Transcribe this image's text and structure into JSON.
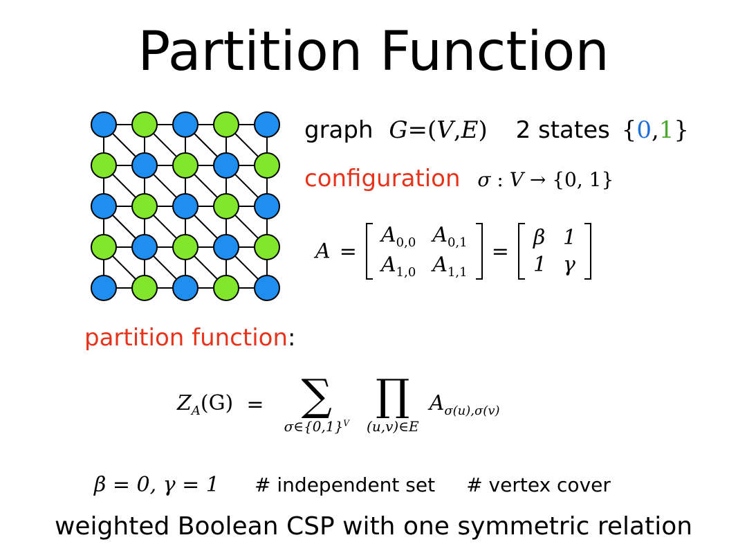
{
  "title": "Partition Function",
  "colors": {
    "blue_node": "#1e8ef0",
    "green_node": "#82e62b",
    "red_text": "#e8331c",
    "state0": "#1e6fd9",
    "state1": "#4aa82a"
  },
  "grid": {
    "rows": [
      [
        "blue",
        "green",
        "blue",
        "green",
        "blue"
      ],
      [
        "green",
        "blue",
        "green",
        "blue",
        "green"
      ],
      [
        "blue",
        "green",
        "blue",
        "green",
        "blue"
      ],
      [
        "green",
        "blue",
        "green",
        "blue",
        "green"
      ],
      [
        "blue",
        "green",
        "blue",
        "green",
        "blue"
      ]
    ]
  },
  "graph_line": {
    "label": "graph",
    "formula_G": "G",
    "formula_eq": "=(",
    "formula_V": "V",
    "formula_comma": ",",
    "formula_E": "E",
    "formula_close": ")",
    "states_label": "2 states",
    "brace_open": "{",
    "state0": "0",
    "comma": ",",
    "state1": "1",
    "brace_close": "}"
  },
  "config_line": {
    "label": "configuration",
    "sigma": "σ",
    "colon": " : ",
    "V": "V",
    "arrow": " → {0, 1}"
  },
  "matrix": {
    "lhs": "A",
    "eq": "=",
    "m1": [
      [
        "A0,0",
        "A0,1"
      ],
      [
        "A1,0",
        "A1,1"
      ]
    ],
    "m2": [
      [
        "β",
        "1"
      ],
      [
        "1",
        "γ"
      ]
    ]
  },
  "partition_label": {
    "text": "partition function",
    "colon": ":"
  },
  "formula": {
    "lhs": "Z",
    "lhs_sub": "A",
    "lhs_arg": "(G)",
    "eq": "=",
    "sum_symbol": "∑",
    "sum_limit": "σ∈{0,1}",
    "sum_limit_sup": "V",
    "prod_symbol": "∏",
    "prod_limit": "(u,v)∈E",
    "term": "A",
    "term_sub": "σ(u),σ(v)"
  },
  "special_case": {
    "params": "β = 0, γ = 1",
    "item1": "# independent set",
    "item2": "# vertex cover"
  },
  "footer": "weighted Boolean CSP with one symmetric relation"
}
